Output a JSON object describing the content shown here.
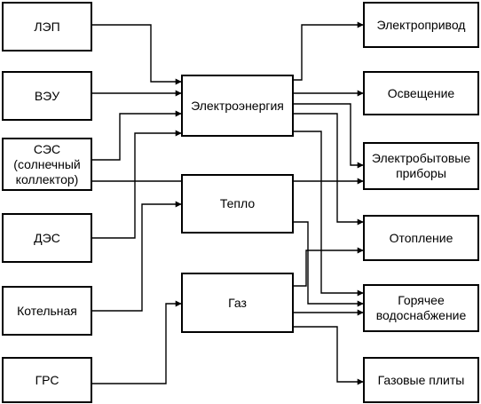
{
  "sources": {
    "lep": "ЛЭП",
    "veu": "ВЭУ",
    "ses": "СЭС\n(солнечный\nколлектор)",
    "des": "ДЭС",
    "boiler": "Котельная",
    "grs": "ГРС"
  },
  "carriers": {
    "electricity": "Электроэнергия",
    "heat": "Тепло",
    "gas": "Газ"
  },
  "consumers": {
    "drive": "Электропривод",
    "lighting": "Освещение",
    "appliances": "Электробытовые\nприборы",
    "heating": "Отопление",
    "hot_water": "Горячее\nводоснабжение",
    "gas_stoves": "Газовые плиты"
  },
  "colors": {
    "line": "#000000",
    "fill": "#ffffff"
  }
}
